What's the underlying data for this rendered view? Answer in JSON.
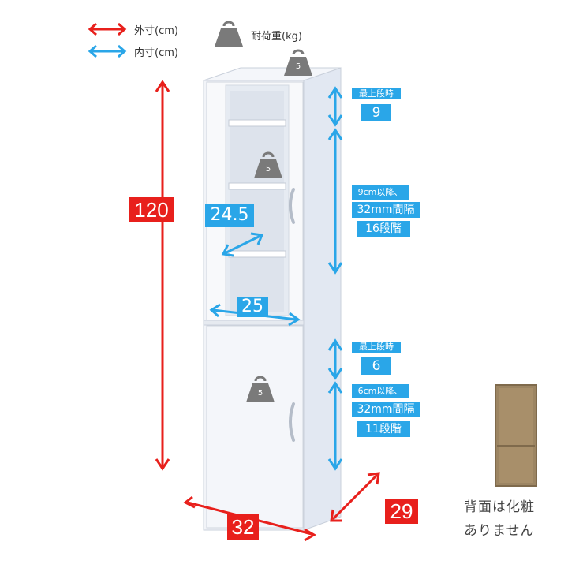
{
  "legend": {
    "outer": "外寸(cm)",
    "inner": "内寸(cm)",
    "load": "耐荷重(kg)"
  },
  "weights": {
    "top": "5",
    "upper_shelf": "5",
    "lower_shelf": "5"
  },
  "dimensions": {
    "height": "120",
    "width": "32",
    "depth": "29",
    "inner_depth": "24.5",
    "inner_width": "25"
  },
  "upper_section": {
    "top_label": "最上段時",
    "top_value": "9",
    "adjust_line1": "9cm以降、",
    "adjust_line2": "32mm間隔",
    "adjust_line3": "16段階"
  },
  "lower_section": {
    "top_label": "最上段時",
    "top_value": "6",
    "adjust_line1": "6cm以降、",
    "adjust_line2": "32mm間隔",
    "adjust_line3": "11段階"
  },
  "back_note": {
    "line1": "背面は化粧",
    "line2": "ありません"
  },
  "colors": {
    "outer": "#e8201c",
    "inner": "#2aa6e8",
    "weight_icon": "#7a7a7a",
    "back_panel": "#9c8563"
  }
}
